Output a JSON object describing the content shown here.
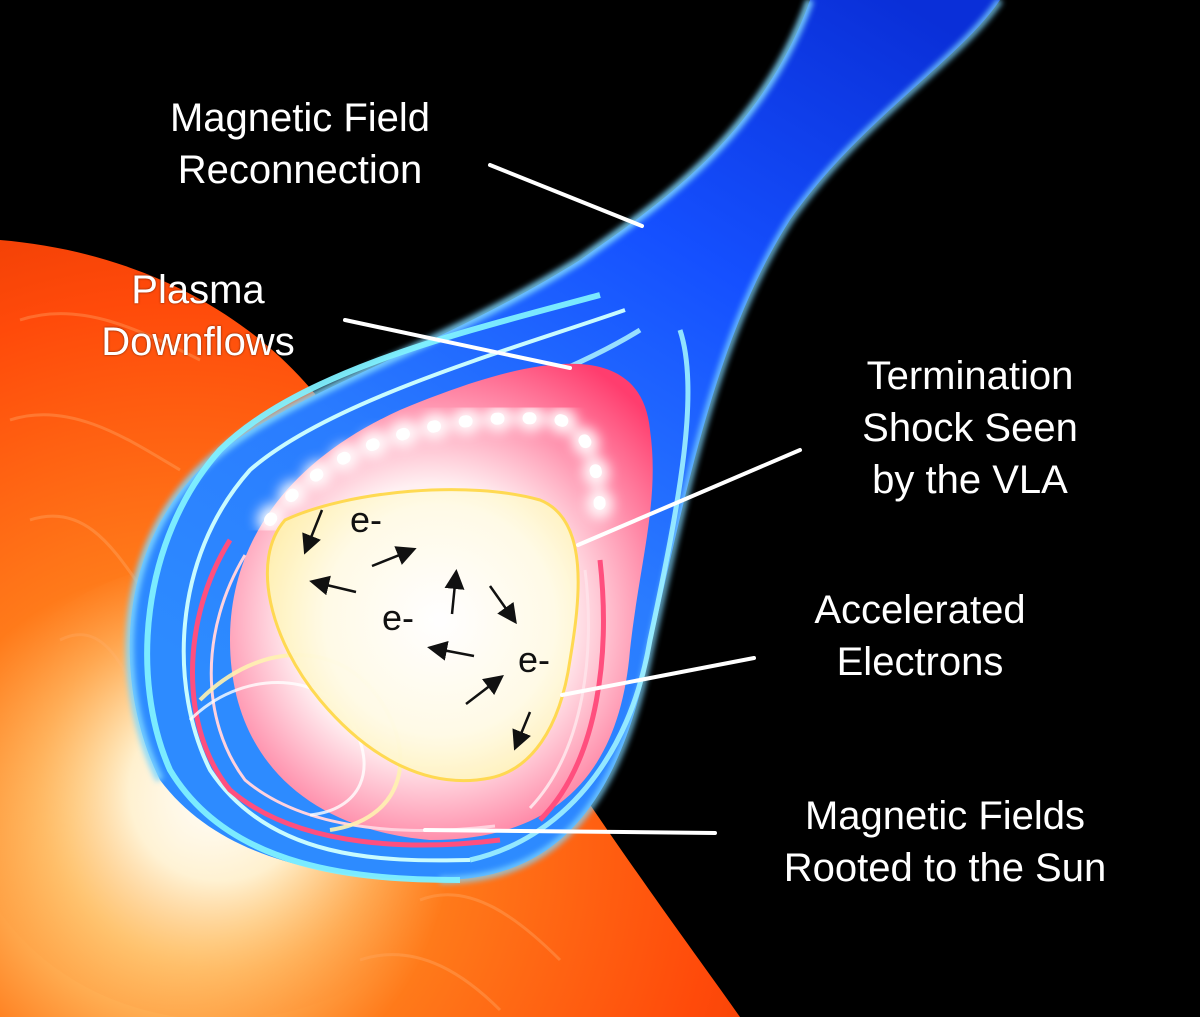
{
  "labels": {
    "reconnection": {
      "line1": "Magnetic Field",
      "line2": "Reconnection"
    },
    "downflows": {
      "line1": "Plasma",
      "line2": "Downflows"
    },
    "shock": {
      "line1": "Termination",
      "line2": "Shock Seen",
      "line3": "by the VLA"
    },
    "electrons": {
      "line1": "Accelerated",
      "line2": "Electrons"
    },
    "rooted": {
      "line1": "Magnetic Fields",
      "line2": "Rooted to the Sun"
    }
  },
  "electron_symbol": "e-",
  "colors": {
    "background": "#000000",
    "sun": "#ff4a0a",
    "field_blue": "#1a5cff",
    "field_cyan": "#5fe8ff",
    "shock_pink": "#ff3d6e",
    "electron_region": "#ffe680",
    "label_text": "#ffffff",
    "leader_line": "#ffffff"
  }
}
